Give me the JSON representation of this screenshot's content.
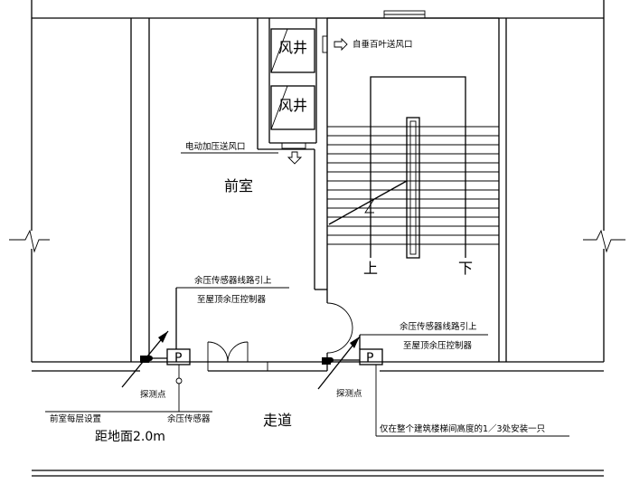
{
  "labels": {
    "shaft_1": "风井",
    "shaft_2": "风井",
    "louver_outlet": "自垂百叶送风口",
    "electric_outlet": "电动加压送风口",
    "front_room": "前室",
    "up": "上",
    "down": "下",
    "sensor_line_1a": "余压传感器线路引上",
    "sensor_line_1b": "至屋顶余压控制器",
    "sensor_line_2a": "余压传感器线路引上",
    "sensor_line_2b": "至屋顶余压控制器",
    "probe_1": "探测点",
    "probe_2": "探测点",
    "per_floor": "前室每层设置",
    "sensor": "余压传感器",
    "floor_height": "距地面2.0m",
    "corridor": "走道",
    "stair_note": "仅在整个建筑楼梯间高度的1／3处安装一只",
    "p_symbol_1": "P",
    "p_symbol_2": "P"
  }
}
